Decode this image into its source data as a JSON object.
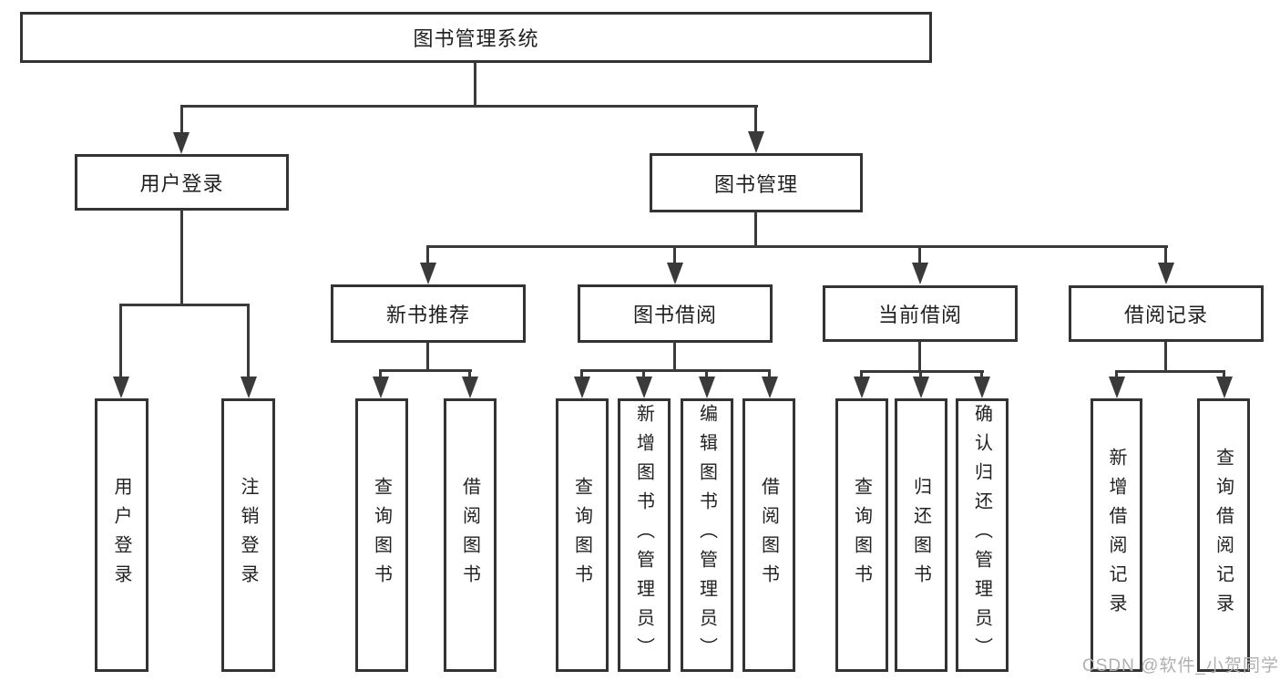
{
  "tree": {
    "root": "图书管理系统",
    "branches": [
      {
        "label": "用户登录",
        "children": [
          "用户登录",
          "注销登录"
        ]
      },
      {
        "label": "图书管理",
        "children": [
          {
            "label": "新书推荐",
            "children": [
              "查询图书",
              "借阅图书"
            ]
          },
          {
            "label": "图书借阅",
            "children": [
              "查询图书",
              "新增图书（管理员）",
              "编辑图书（管理员）",
              "借阅图书"
            ]
          },
          {
            "label": "当前借阅",
            "children": [
              "查询图书",
              "归还图书",
              "确认归还（管理员）"
            ]
          },
          {
            "label": "借阅记录",
            "children": [
              "新增借阅记录",
              "查询借阅记录"
            ]
          }
        ]
      }
    ]
  },
  "watermark": "CSDN @软件_小贺同学",
  "colors": {
    "line": "#3a3a3a",
    "box_border": "#333333",
    "text": "#1f1f1f",
    "watermark": "#b0b0b0",
    "background": "#ffffff"
  }
}
